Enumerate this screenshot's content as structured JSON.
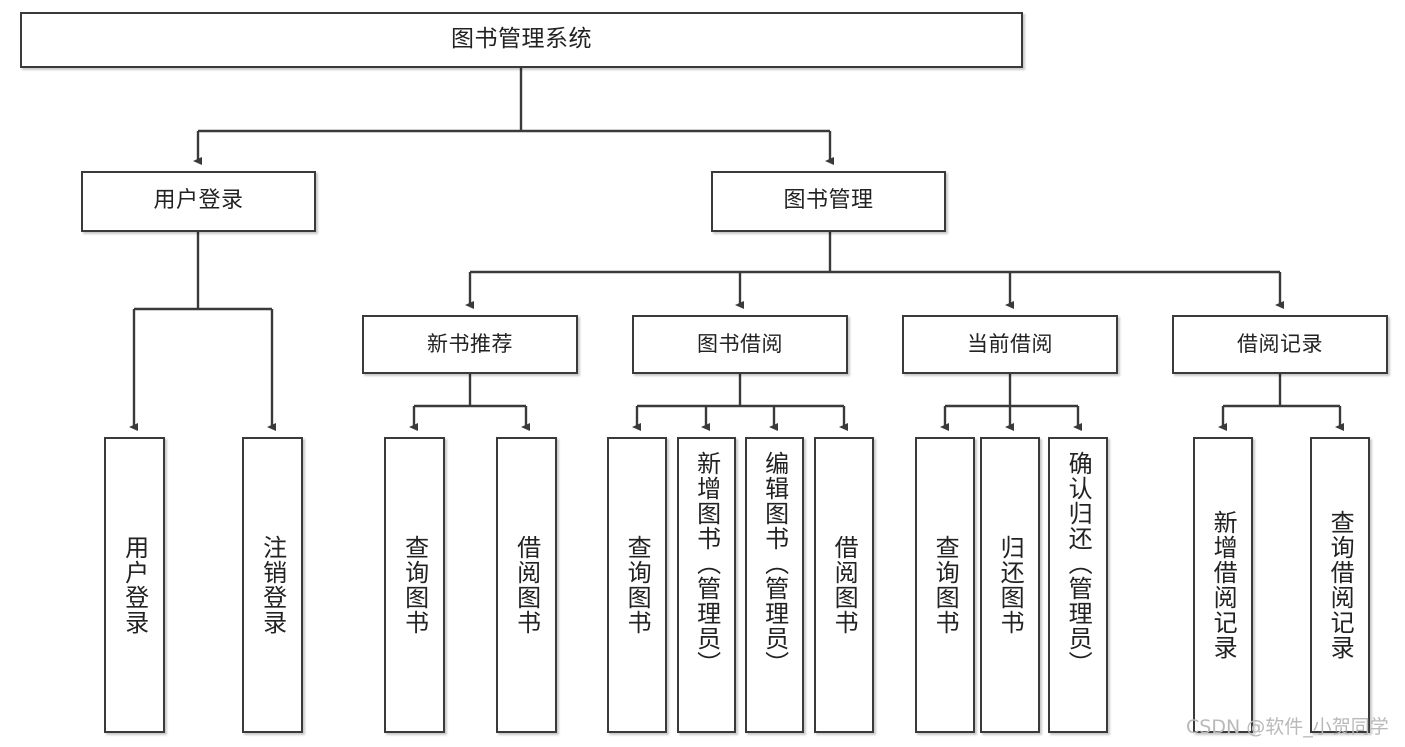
{
  "diagram": {
    "title": "图书管理系统",
    "type": "tree-hierarchy",
    "root": {
      "label": "图书管理系统"
    },
    "level2": [
      {
        "label": "用户登录"
      },
      {
        "label": "图书管理"
      }
    ],
    "level3": [
      {
        "label": "新书推荐"
      },
      {
        "label": "图书借阅"
      },
      {
        "label": "当前借阅"
      },
      {
        "label": "借阅记录"
      }
    ],
    "leaves": [
      {
        "label": "用户登录"
      },
      {
        "label": "注销登录"
      },
      {
        "label": "查询图书"
      },
      {
        "label": "借阅图书"
      },
      {
        "label": "查询图书"
      },
      {
        "label": "新增图书（管理员）"
      },
      {
        "label": "编辑图书（管理员）"
      },
      {
        "label": "借阅图书"
      },
      {
        "label": "查询图书"
      },
      {
        "label": "归还图书"
      },
      {
        "label": "确认归还（管理员）"
      },
      {
        "label": "新增借阅记录"
      },
      {
        "label": "查询借阅记录"
      }
    ],
    "watermark": "CSDN @软件_小贺同学",
    "colors": {
      "stroke": "#3a3a3a",
      "fill": "#ffffff",
      "text": "#222222",
      "watermark": "#b9b9b9"
    }
  }
}
